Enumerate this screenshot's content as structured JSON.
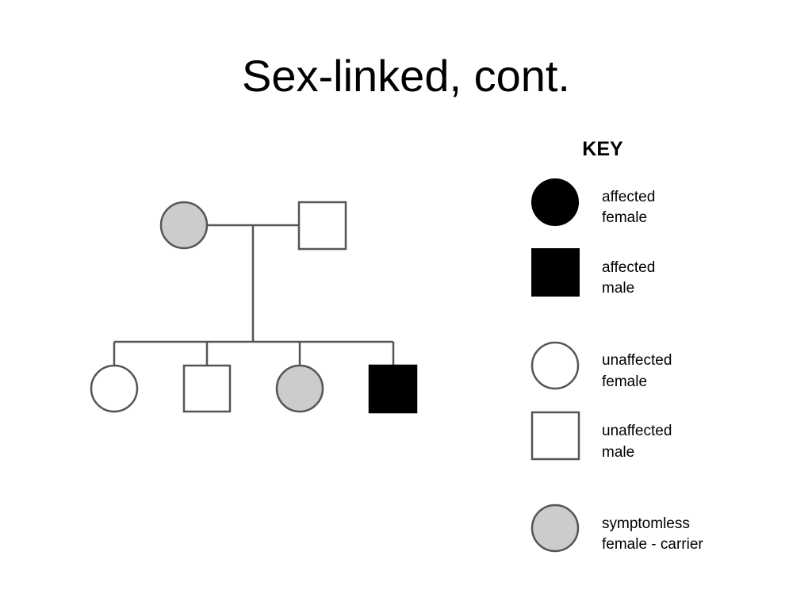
{
  "slide": {
    "title": "Sex-linked, cont."
  },
  "colors": {
    "affected": "#000000",
    "unaffected": "#ffffff",
    "carrier": "#cccccc",
    "line": "#555555",
    "outline": "#555555"
  },
  "pedigree": {
    "parents": [
      {
        "sex": "female",
        "status": "carrier"
      },
      {
        "sex": "male",
        "status": "unaffected"
      }
    ],
    "children": [
      {
        "sex": "female",
        "status": "unaffected"
      },
      {
        "sex": "male",
        "status": "unaffected"
      },
      {
        "sex": "female",
        "status": "carrier"
      },
      {
        "sex": "male",
        "status": "affected"
      }
    ]
  },
  "key": {
    "title": "KEY",
    "items": [
      {
        "symbol": "circle",
        "status": "affected",
        "line1": "affected",
        "line2": "female"
      },
      {
        "symbol": "square",
        "status": "affected",
        "line1": "affected",
        "line2": "male"
      },
      {
        "symbol": "circle",
        "status": "unaffected",
        "line1": "unaffected",
        "line2": "female"
      },
      {
        "symbol": "square",
        "status": "unaffected",
        "line1": "unaffected",
        "line2": "male"
      },
      {
        "symbol": "circle",
        "status": "carrier",
        "line1": "symptomless",
        "line2": "female - carrier"
      }
    ]
  }
}
